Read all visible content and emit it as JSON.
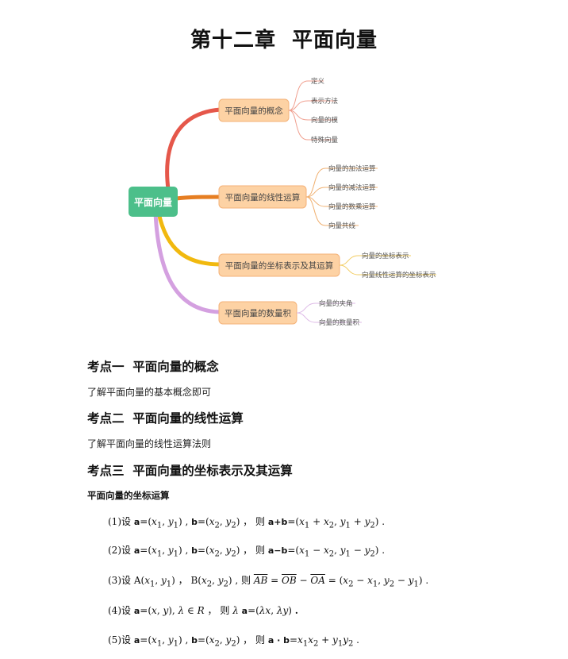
{
  "chapter_title": "第十二章  平面向量",
  "mindmap": {
    "root": "平面向量",
    "branches": [
      {
        "label": "平面向量的概念",
        "color": "#e5574a",
        "leaves": [
          "定义",
          "表示方法",
          "向量的模",
          "特殊向量"
        ]
      },
      {
        "label": "平面向量的线性运算",
        "color": "#e67e22",
        "leaves": [
          "向量的加法运算",
          "向量的减法运算",
          "向量的数乘运算",
          "向量共线"
        ]
      },
      {
        "label": "平面向量的坐标表示及其运算",
        "color": "#f1b90f",
        "leaves": [
          "向量的坐标表示",
          "向量线性运算的坐标表示"
        ]
      },
      {
        "label": "平面向量的数量积",
        "color": "#d4a0e0",
        "leaves": [
          "向量的夹角",
          "向量的数量积"
        ]
      }
    ],
    "root_color": "#4cbf8a",
    "node_fill": "#fdd2a4",
    "node_stroke": "#f4b278"
  },
  "sections": {
    "s1": {
      "heading": "考点一  平面向量的概念",
      "text": "了解平面向量的基本概念即可"
    },
    "s2": {
      "heading": "考点二  平面向量的线性运算",
      "text": "了解平面向量的线性运算法则"
    },
    "s3": {
      "heading": "考点三  平面向量的坐标表示及其运算",
      "subheading": "平面向量的坐标运算"
    }
  },
  "formulas": {
    "f1": {
      "num": "(1)",
      "she": "设",
      "ze": "则"
    },
    "f2": {
      "num": "(2)",
      "she": "设",
      "ze": "则"
    },
    "f3": {
      "num": "(3)",
      "she": "设",
      "ze": "则"
    },
    "f4": {
      "num": "(4)",
      "she": "设",
      "ze": "则"
    },
    "f5": {
      "num": "(5)",
      "she": "设",
      "ze": "则"
    }
  }
}
